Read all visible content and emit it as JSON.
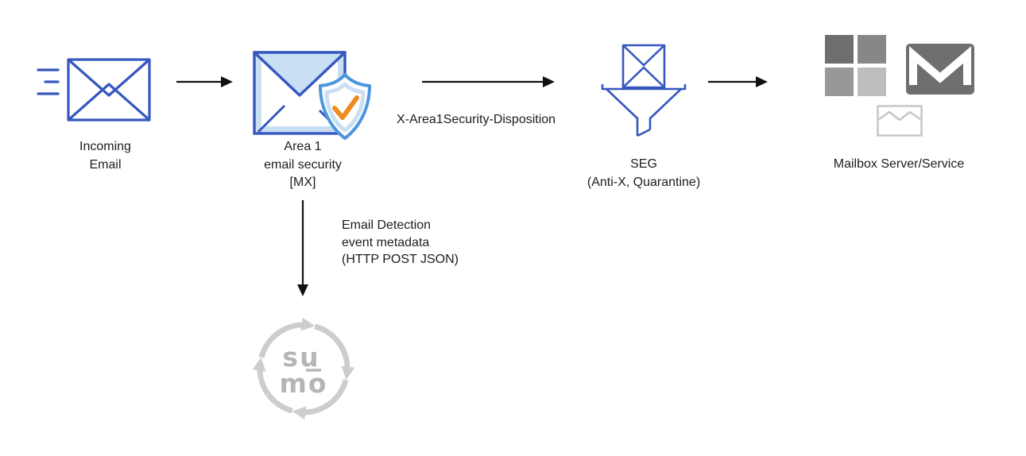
{
  "colors": {
    "blue": "#3557bf",
    "light_blue": "#c9dff4",
    "shield_blue": "#4e95dc",
    "orange": "#ee8b1e",
    "arrow": "#111111",
    "text": "#1d1d1d",
    "ms_tl": "#6e6e6e",
    "ms_tr": "#878787",
    "ms_bl": "#989898",
    "ms_br": "#bdbdbd",
    "gmail_gray": "#6f6f6f",
    "env_gray": "#c6c6c6",
    "sumo_arc": "#cdcdcd",
    "sumo_text": "#b5b5b5"
  },
  "nodes": {
    "incoming": {
      "line1": "Incoming",
      "line2": "Email"
    },
    "area1": {
      "line1": "Area 1",
      "line2": "email security",
      "line3": "[MX]"
    },
    "seg": {
      "line1": "SEG",
      "line2": "(Anti-X, Quarantine)"
    },
    "mailbox": {
      "label": "Mailbox Server/Service"
    },
    "sumo": {
      "line1": "su",
      "line2": "mo"
    }
  },
  "edges": {
    "disposition": {
      "label": "X-Area1Security-Disposition"
    },
    "metadata": {
      "line1": "Email Detection",
      "line2": "event metadata",
      "line3": "(HTTP POST JSON)"
    }
  }
}
